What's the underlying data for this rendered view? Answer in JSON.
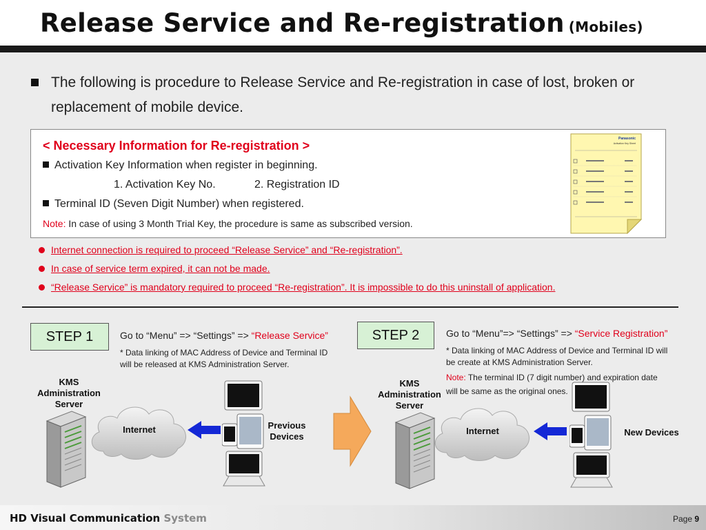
{
  "title": {
    "main": "Release Service and Re-registration",
    "sub": "(Mobiles)"
  },
  "intro": "The following is procedure to Release Service and Re-registration in case of lost, broken or replacement of mobile device.",
  "info": {
    "heading": "< Necessary Information for Re-registration >",
    "item1": "Activation Key Information when register in beginning.",
    "sub1": "1. Activation Key No.",
    "sub2": "2. Registration ID",
    "item2": "Terminal ID (Seven Digit Number) when registered.",
    "note_label": "Note:",
    "note_text": "In case of using 3 Month Trial Key, the procedure is same as subscribed version.",
    "document": {
      "brand": "Panasonic",
      "title": "Activation Key Sheet"
    }
  },
  "bullets": [
    "Internet connection is required to proceed “Release Service” and “Re-registration”.",
    "In case of service term expired, it can not be made.",
    "“Release Service” is mandatory required to proceed “Re-registration”. It is impossible to do this uninstall of application."
  ],
  "step1": {
    "label": "STEP 1",
    "line_prefix": "Go to “Menu” => “Settings” => ",
    "line_highlight": "“Release Service”",
    "detail1": "* Data linking of MAC Address of Device and Terminal ID",
    "detail2": "will be released at KMS Administration Server.",
    "server": [
      "KMS",
      "Administration",
      "Server"
    ],
    "cloud": "Internet",
    "devices": [
      "Previous",
      "Devices"
    ]
  },
  "step2": {
    "label": "STEP 2",
    "line_prefix": "Go to “Menu”=> “Settings” => ",
    "line_highlight": "“Service Registration”",
    "detail1": "* Data linking of MAC Address of Device and Terminal ID will",
    "detail2": "be create at KMS Administration Server.",
    "note_label": "Note:",
    "note1": "The terminal ID (7 digit number) and expiration date",
    "note2": "will be same as the original ones.",
    "server": [
      "KMS",
      "Administration",
      "Server"
    ],
    "cloud": "Internet",
    "devices": "New Devices"
  },
  "footer": {
    "brand": "HD Visual Communication",
    "brand_sys": "System",
    "page_label": "Page",
    "page_num": "9"
  },
  "colors": {
    "red": "#e0001b",
    "step_bg": "#d7f1d5",
    "arrow": "#1428d6",
    "transition_arrow": "#f5a95b"
  }
}
